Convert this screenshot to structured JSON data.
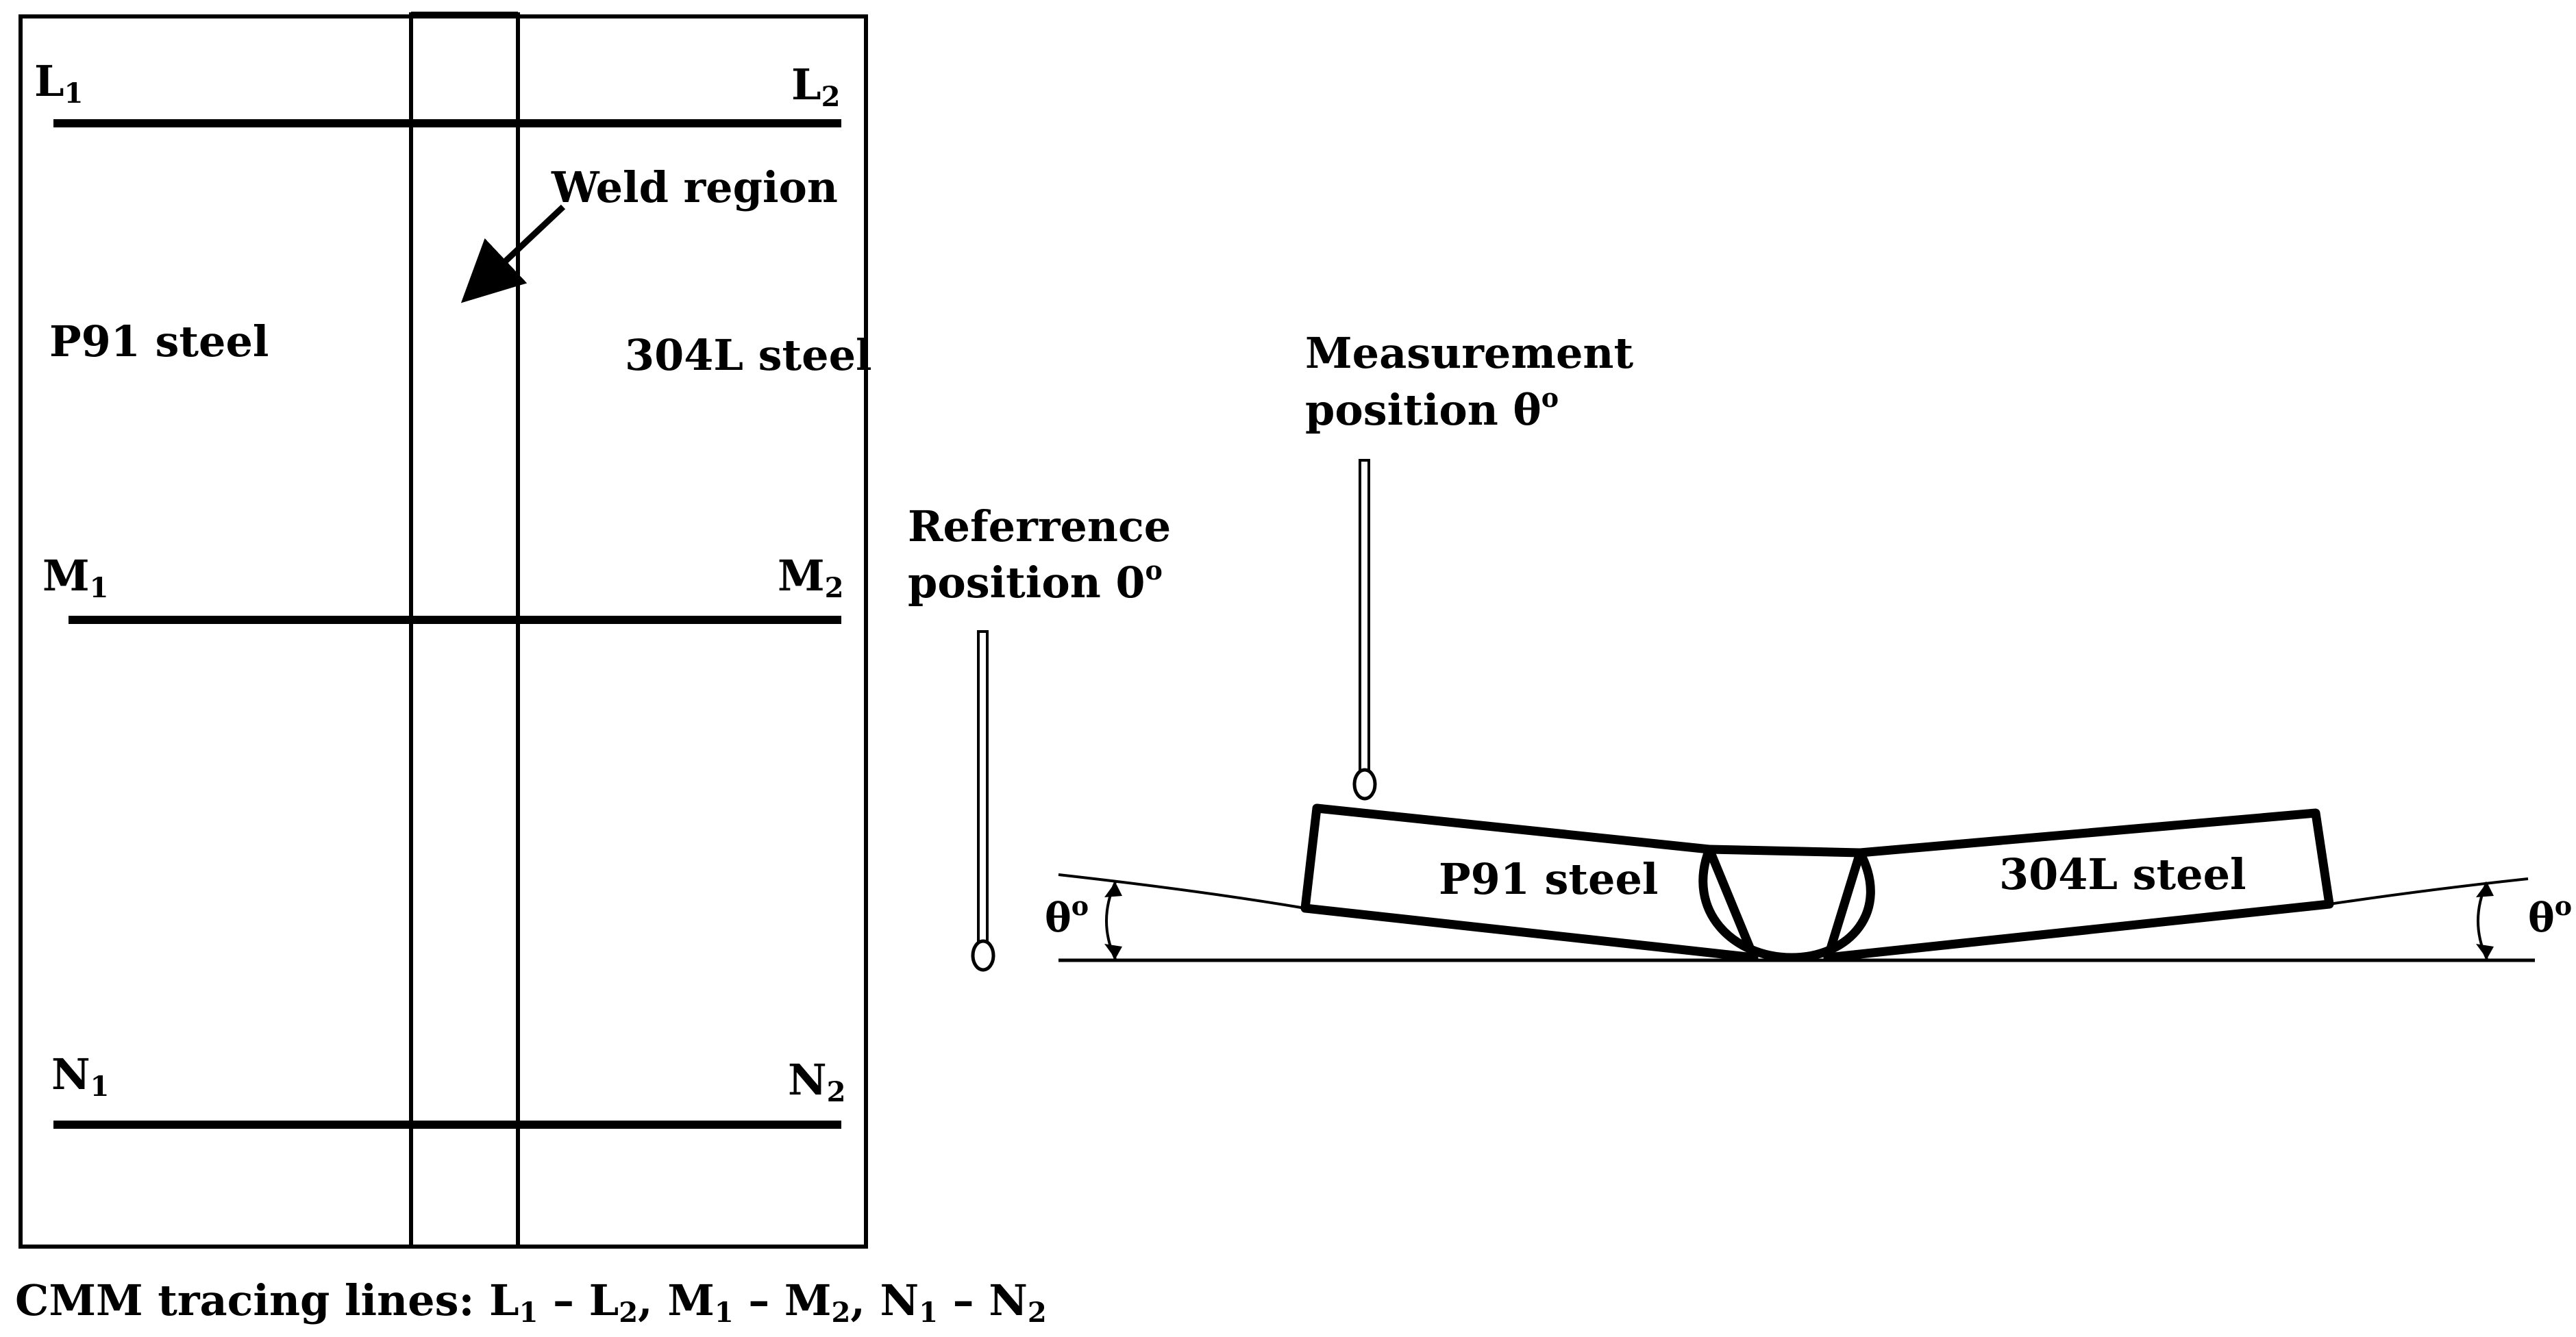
{
  "plan_view": {
    "line_labels": {
      "l_left_main": "L",
      "l_left_sub": "1",
      "l_right_main": "L",
      "l_right_sub": "2",
      "m_left_main": "M",
      "m_left_sub": "1",
      "m_right_main": "M",
      "m_right_sub": "2",
      "n_left_main": "N",
      "n_left_sub": "1",
      "n_right_main": "N",
      "n_right_sub": "2"
    },
    "weld_label": "Weld region",
    "left_material": "P91 steel",
    "right_material": "304L steel"
  },
  "caption": {
    "prefix": "CMM tracing lines: ",
    "l1_main": "L",
    "l1_sub": "1",
    "dash1": " – ",
    "l2_main": "L",
    "l2_sub": "2",
    "sep1": ", ",
    "m1_main": "M",
    "m1_sub": "1",
    "dash2": " – ",
    "m2_main": "M",
    "m2_sub": "2",
    "sep2": ", ",
    "n1_main": "N",
    "n1_sub": "1",
    "dash3": " – ",
    "n2_main": "N",
    "n2_sub": "2"
  },
  "side_view": {
    "reference_line1": "Referrence",
    "reference_line2_main": "position 0",
    "reference_line2_sup": "o",
    "measurement_line1": "Measurement",
    "measurement_line2_main": "position θ",
    "measurement_line2_sup": "o",
    "left_material": "P91 steel",
    "right_material": "304L steel",
    "angle_left_main": "θ",
    "angle_left_sup": "o",
    "angle_right_main": "θ",
    "angle_right_sup": "o"
  }
}
